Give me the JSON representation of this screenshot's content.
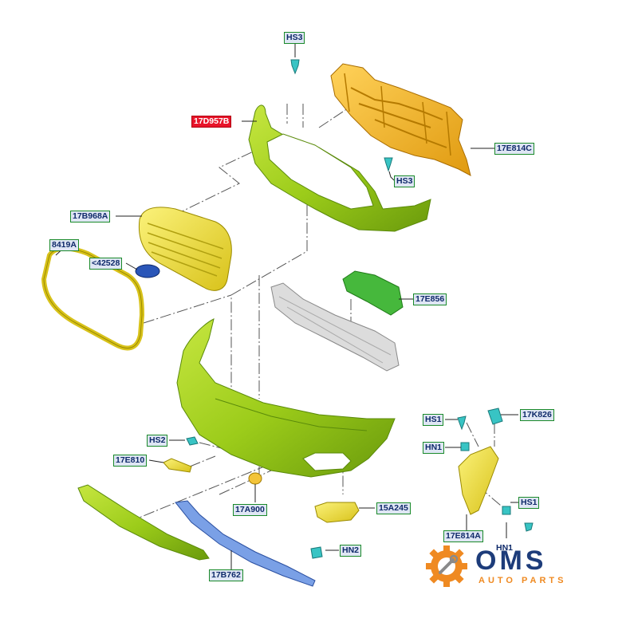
{
  "labels": {
    "hs3_top": "HS3",
    "p17D957B": "17D957B",
    "p17E814C": "17E814C",
    "hs3_mid": "HS3",
    "p17B968A": "17B968A",
    "p8419A": "8419A",
    "p42528": "<42528",
    "p17E856": "17E856",
    "hs2": "HS2",
    "p17E810": "17E810",
    "p17A900": "17A900",
    "p15A245": "15A245",
    "hn2": "HN2",
    "p17B762": "17B762",
    "hs1_a": "HS1",
    "hn1_a": "HN1",
    "p17K826": "17K826",
    "hs1_b": "HS1",
    "p17E814A": "17E814A",
    "hn1_b": "HN1"
  },
  "logo": {
    "brand": "OMS",
    "tagline": "AUTO PARTS"
  },
  "colors": {
    "highlight_label": "#e8142a",
    "label_border": "#1a8a2a",
    "bumper_green": "#9ccc1a",
    "support_orange": "#f2b01e",
    "grille_yellow": "#f3e23a",
    "clip_teal": "#38c4c4",
    "strip_blue": "#5d86d6",
    "beam_gray": "#d9d9d9",
    "bracket_green": "#46b83c",
    "logo_orange": "#ef8a22",
    "logo_blue": "#1d3c7a"
  }
}
